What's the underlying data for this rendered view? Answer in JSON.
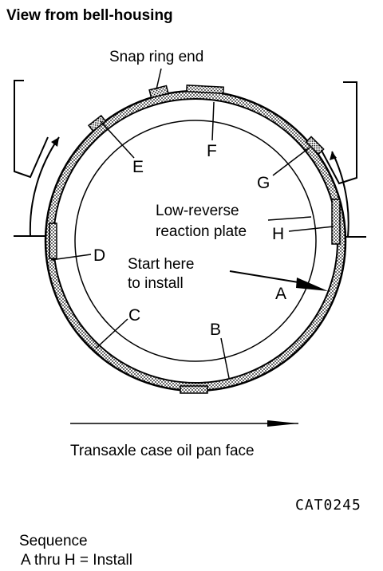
{
  "title": "View from bell-housing",
  "labels": {
    "snap_ring_end": "Snap ring end",
    "a": "A",
    "b": "B",
    "c": "C",
    "d": "D",
    "e": "E",
    "f": "F",
    "g": "G",
    "h": "H",
    "low_reverse_line1": "Low-reverse",
    "low_reverse_line2": "reaction plate",
    "start_line1": "Start here",
    "start_line2": "to install",
    "oil_pan_face": "Transaxle case oil pan face",
    "figure_code": "CAT0245",
    "sequence_line1": "Sequence",
    "sequence_line2": "A thru H = Install"
  }
}
